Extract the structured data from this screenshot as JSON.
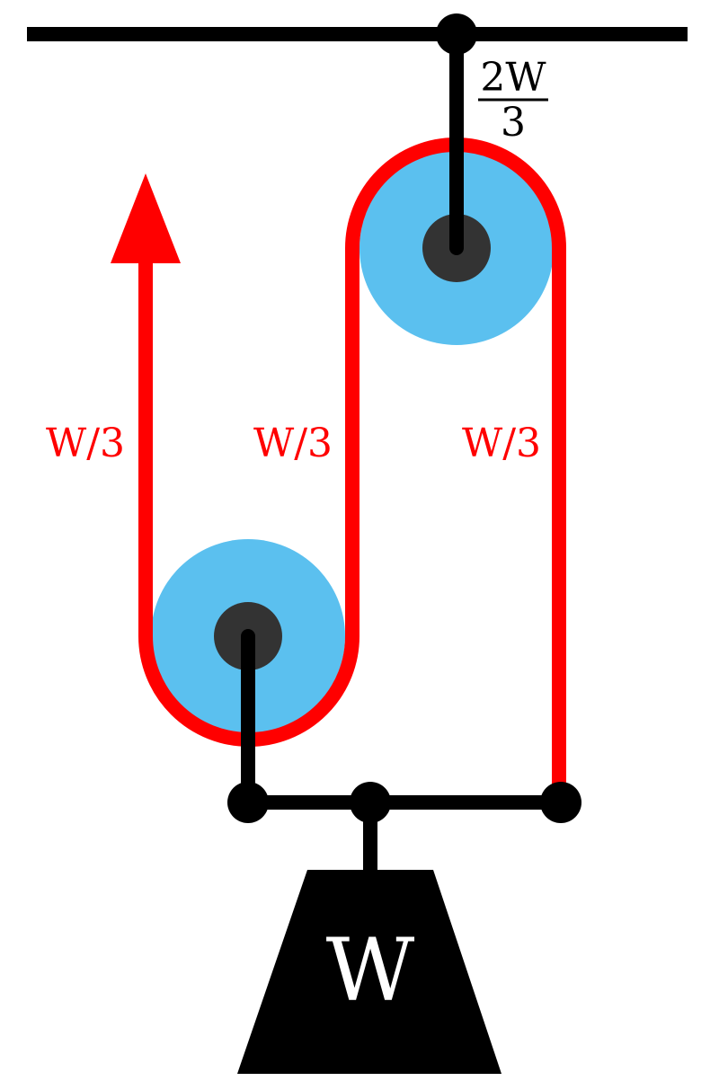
{
  "labels": {
    "anchor_force_numerator": "2W",
    "anchor_force_denominator": "3",
    "tension_left": "W/3",
    "tension_middle": "W/3",
    "tension_right": "W/3",
    "weight": "W"
  },
  "colors": {
    "rope": "#ff0000",
    "pulley": "#5bc0ef",
    "hub": "#333333",
    "structure": "#000000",
    "weight_text": "#ffffff",
    "background": "#ffffff"
  }
}
